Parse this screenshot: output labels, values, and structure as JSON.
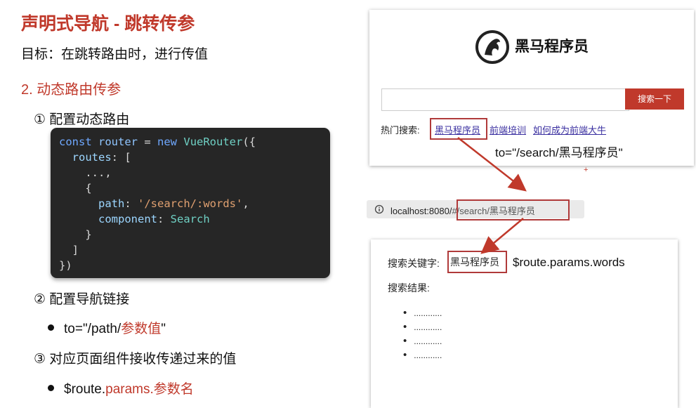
{
  "slide": {
    "title": "声明式导航 - 跳转传参",
    "goal": "目标：在跳转路由时，进行传值",
    "section": "2. 动态路由传参",
    "step1": "① 配置动态路由",
    "step2": "② 配置导航链接",
    "step3": "③ 对应页面组件接收传递过来的值",
    "bullet1_plain": "to=\"/path/",
    "bullet1_red": "参数值",
    "bullet1_end": "\"",
    "bullet2_plain": "$route.",
    "bullet2_red": "params.参数名"
  },
  "code": {
    "lines": [
      "const router = new VueRouter({",
      "  routes: [",
      "    ...,",
      "    {",
      "      path: '/search/:words',",
      "      component: Search",
      "    }",
      "  ]",
      "})"
    ]
  },
  "browser1": {
    "logo_text": "黑马程序员",
    "search_placeholder": "",
    "search_button": "搜索一下",
    "hot_label": "热门搜索:",
    "hot_links": [
      "黑马程序员",
      "前端培训",
      "如何成为前端大牛"
    ],
    "annotation": "to=\"/search/黑马程序员\"",
    "plus": "+"
  },
  "urlbar": {
    "info_icon": "info-icon",
    "host": "localhost:8080/",
    "path": "#/search/黑马程序员"
  },
  "browser2": {
    "keyword_label": "搜索关键字:",
    "keyword_value": "黑马程序员",
    "annotation": "$route.params.words",
    "results_label": "搜索结果:",
    "results": [
      "............",
      "............",
      "............",
      "............"
    ]
  },
  "colors": {
    "accent": "#c0392b",
    "code_bg": "#262626",
    "highlight_box": "#b03a3a"
  }
}
